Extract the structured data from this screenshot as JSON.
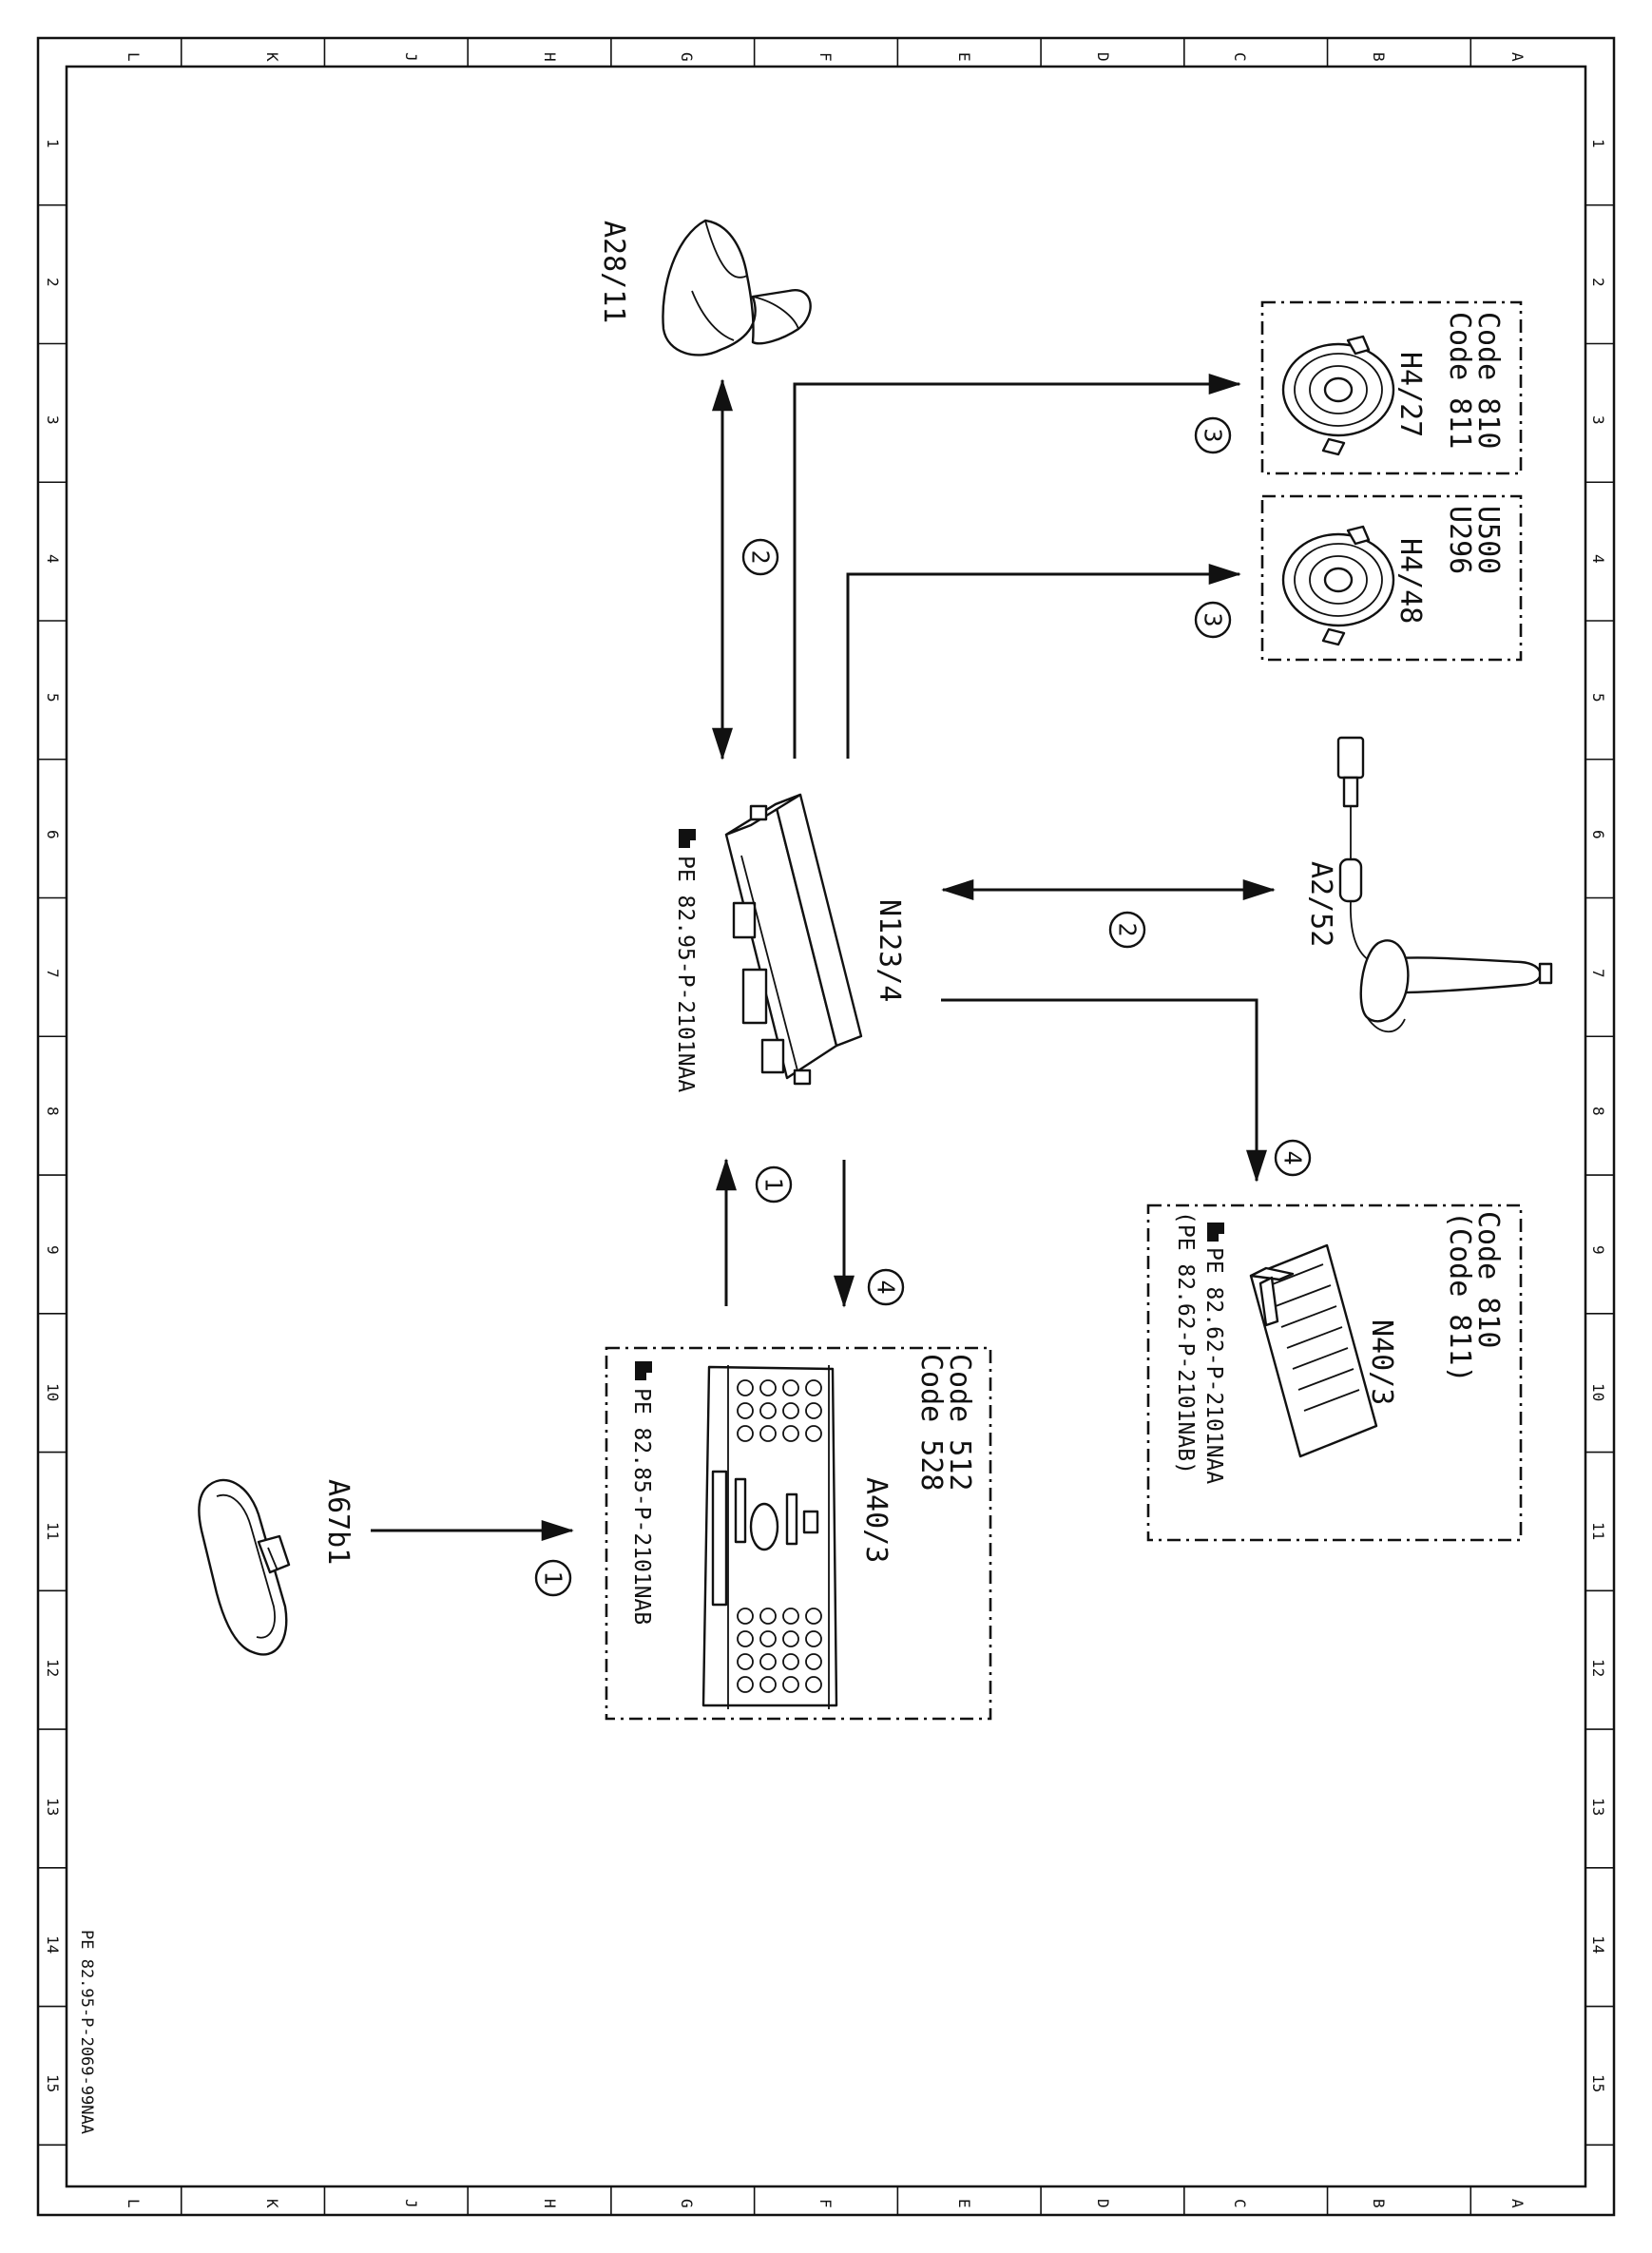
{
  "frame": {
    "letters": [
      "L",
      "K",
      "J",
      "H",
      "G",
      "F",
      "E",
      "D",
      "C",
      "B",
      "A"
    ],
    "numbers": [
      "1",
      "2",
      "3",
      "4",
      "5",
      "6",
      "7",
      "8",
      "9",
      "10",
      "11",
      "12",
      "13",
      "14",
      "15"
    ]
  },
  "components": {
    "antenna_roof": {
      "label": "A28/11"
    },
    "antenna_cable": {
      "label": "A2/52"
    },
    "control_unit": {
      "label": "N123/4",
      "ref": "PE 82.95-P-2101NAA"
    },
    "speaker_1": {
      "label": "H4/27",
      "codes": [
        "Code 810",
        "Code 811"
      ]
    },
    "speaker_2": {
      "label": "H4/48",
      "codes": [
        "U500",
        "U296"
      ]
    },
    "amplifier": {
      "label": "N40/3",
      "codes": [
        "Code 810",
        "(Code 811)"
      ],
      "refs": [
        "PE 82.62-P-2101NAA",
        "(PE 82.62-P-2101NAB)"
      ]
    },
    "head_unit": {
      "label": "A40/3",
      "codes": [
        "Code 512",
        "Code 528"
      ],
      "ref": "PE 82.85-P-2101NAB"
    },
    "mirror": {
      "label": "A67b1"
    }
  },
  "connections": {
    "n1a": "1",
    "n1b": "1",
    "n2a": "2",
    "n2b": "2",
    "n3a": "3",
    "n3b": "3",
    "n4a": "4",
    "n4b": "4"
  },
  "footer": {
    "doc_id": "PE 82.95-P-2069-99NAA"
  }
}
